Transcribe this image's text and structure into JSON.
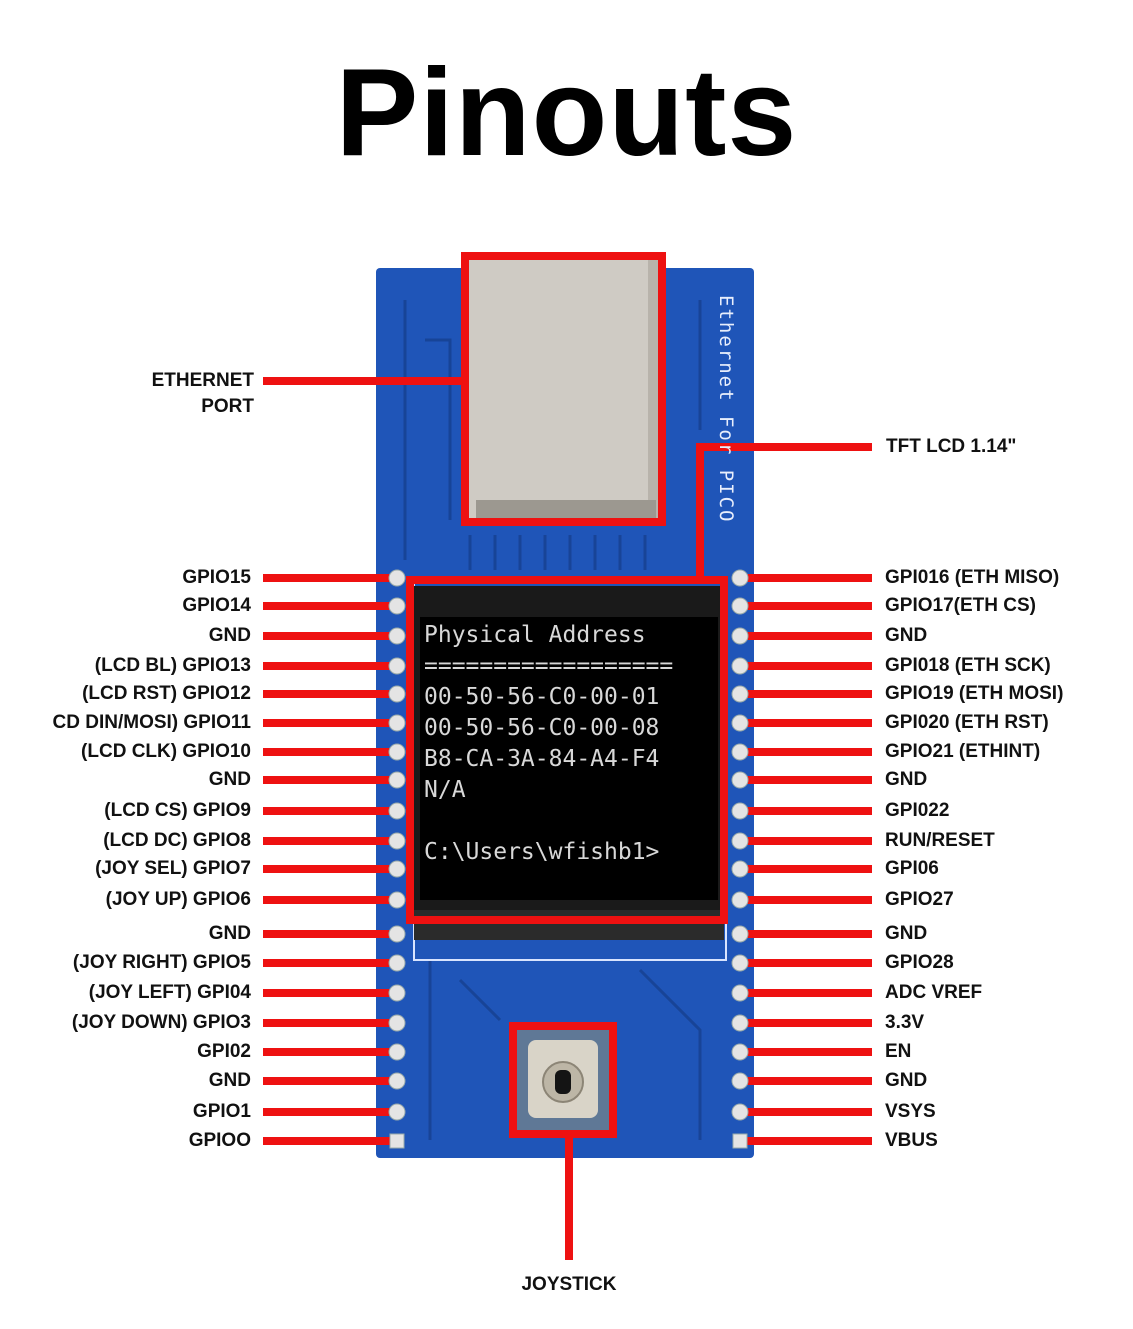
{
  "title": "Pinouts",
  "board_text": "Ethernet For PICO",
  "callouts": {
    "ethernet": [
      "ETHERNET",
      "PORT"
    ],
    "lcd": "TFT LCD 1.14\"",
    "joystick": "JOYSTICK"
  },
  "screen_lines": [
    "Physical Address",
    "==================",
    "00-50-56-C0-00-01",
    "00-50-56-C0-00-08",
    "B8-CA-3A-84-A4-F4",
    "N/A",
    "",
    "C:\\Users\\wfishb1>"
  ],
  "left_pins": [
    "GPIO15",
    "GPIO14",
    "GND",
    "(LCD BL) GPIO13",
    "(LCD RST) GPIO12",
    "CD DIN/MOSI) GPIO11",
    "(LCD CLK) GPIO10",
    "GND",
    "(LCD CS) GPIO9",
    "(LCD DC) GPIO8",
    "(JOY SEL) GPIO7",
    "(JOY UP) GPIO6",
    "GND",
    "(JOY RIGHT) GPIO5",
    "(JOY LEFT) GPI04",
    "(JOY DOWN) GPIO3",
    "GPI02",
    "GND",
    "GPIO1",
    "GPIOO"
  ],
  "right_pins": [
    "GPI016 (ETH MISO)",
    "GPIO17(ETH CS)",
    "GND",
    "GPI018 (ETH SCK)",
    "GPIO19 (ETH MOSI)",
    "GPI020 (ETH RST)",
    "GPIO21 (ETHINT)",
    "GND",
    "GPI022",
    "RUN/RESET",
    "GPI06",
    "GPIO27",
    "GND",
    "GPIO28",
    "ADC VREF",
    "3.3V",
    "EN",
    "GND",
    "VSYS",
    "VBUS"
  ],
  "colors": {
    "pcb": "#1f55b8",
    "pcb_dark": "#16408f",
    "callout_red": "#ee1111",
    "jack_metal": "#cfcbc4",
    "pin_silver": "#e4e4e4"
  }
}
